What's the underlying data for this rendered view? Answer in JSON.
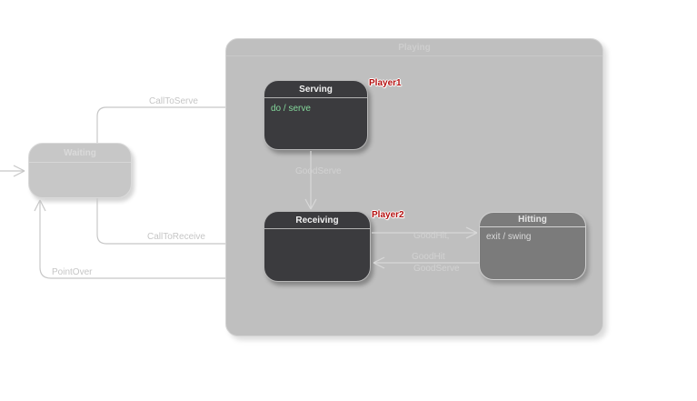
{
  "states": {
    "playing": {
      "label": "Playing"
    },
    "waiting": {
      "label": "Waiting"
    },
    "serving": {
      "label": "Serving",
      "action": "do / serve"
    },
    "receiving": {
      "label": "Receiving"
    },
    "hitting": {
      "label": "Hitting",
      "action": "exit / swing"
    }
  },
  "transitions": {
    "callToServe": {
      "label": "CallToServe"
    },
    "callToReceive": {
      "label": "CallToReceive"
    },
    "pointOver": {
      "label": "PointOver"
    },
    "goodServe": {
      "label": "GoodServe"
    },
    "receivingToHitting": {
      "label_line1": "GoodHit,",
      "label_line2": "GoodServe"
    },
    "hittingToReceiving": {
      "label": "GoodHit"
    }
  },
  "annotations": {
    "player1": {
      "label": "Player1"
    },
    "player2": {
      "label": "Player2"
    }
  },
  "colors": {
    "active_state_fill": "#3b3b3e",
    "inactive_state_fill": "#c7c7c7",
    "composite_fill": "#bfbfbf",
    "hitting_state_fill": "#7b7b7b",
    "do_action_text": "#83d69a",
    "player_annotation": "#b40f0f",
    "wire_outside": "#c7c7c7",
    "wire_inside": "#d8d8d8"
  }
}
